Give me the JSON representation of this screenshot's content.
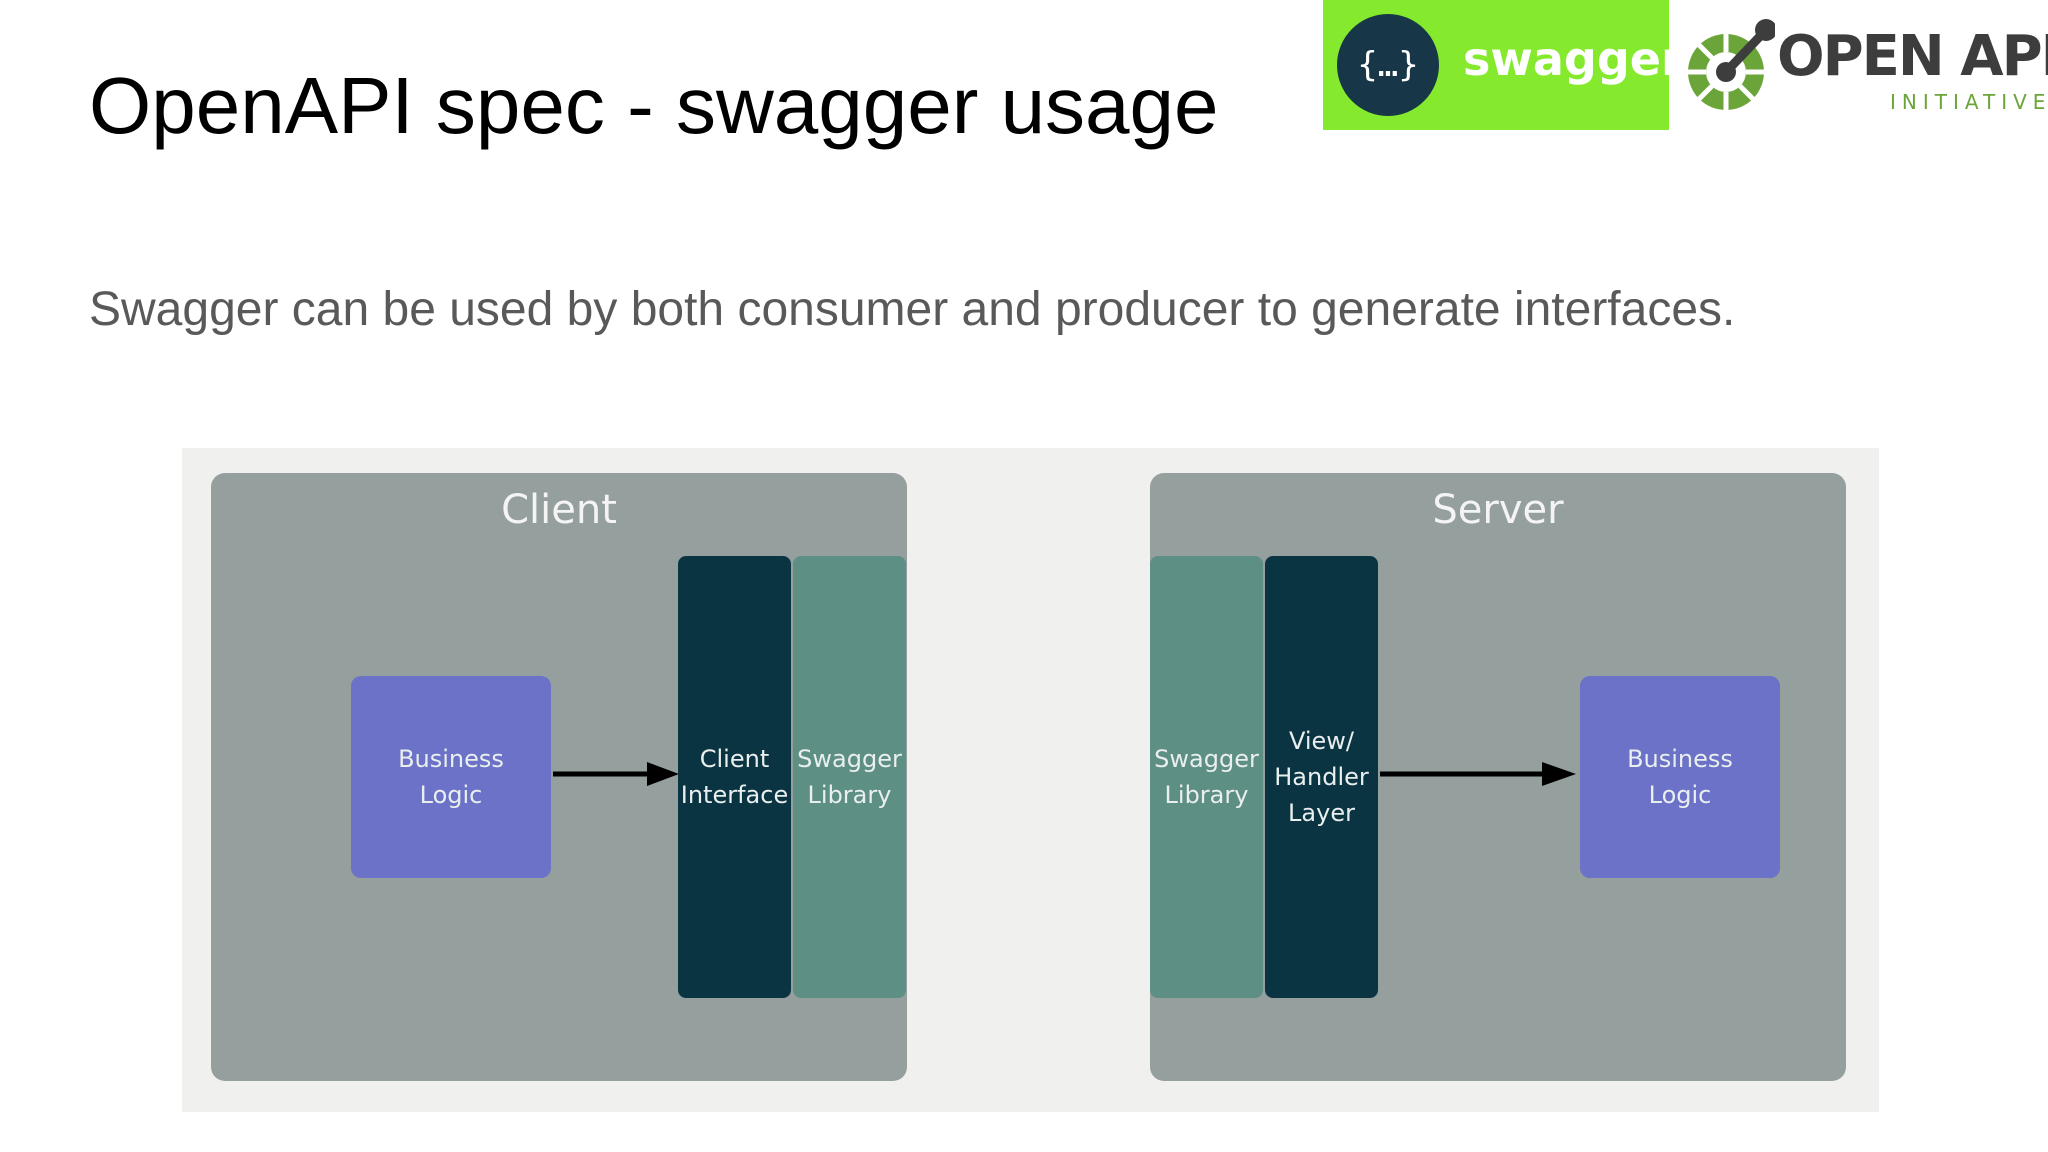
{
  "slide": {
    "title": "OpenAPI spec - swagger usage",
    "subtitle": "Swagger can be used by both consumer and producer to generate interfaces."
  },
  "logos": {
    "swagger": {
      "symbol": "{…}",
      "text": "swagger",
      "color": "#85ea2d"
    },
    "openapi": {
      "text": "OPEN API",
      "tagline": "INITIATIVE",
      "color": "#6ba539"
    }
  },
  "diagram": {
    "client": {
      "title": "Client",
      "business_logic": "Business\nLogic",
      "client_interface": "Client\nInterface",
      "swagger_library": "Swagger\nLibrary"
    },
    "server": {
      "title": "Server",
      "swagger_library": "Swagger\nLibrary",
      "handler_layer": "View/\nHandler\nLayer",
      "business_logic": "Business\nLogic"
    },
    "colors": {
      "panel": "#959f9e",
      "dark_block": "#0b3443",
      "teal_block": "#5e8f84",
      "purple_block": "#6c72c7"
    }
  }
}
